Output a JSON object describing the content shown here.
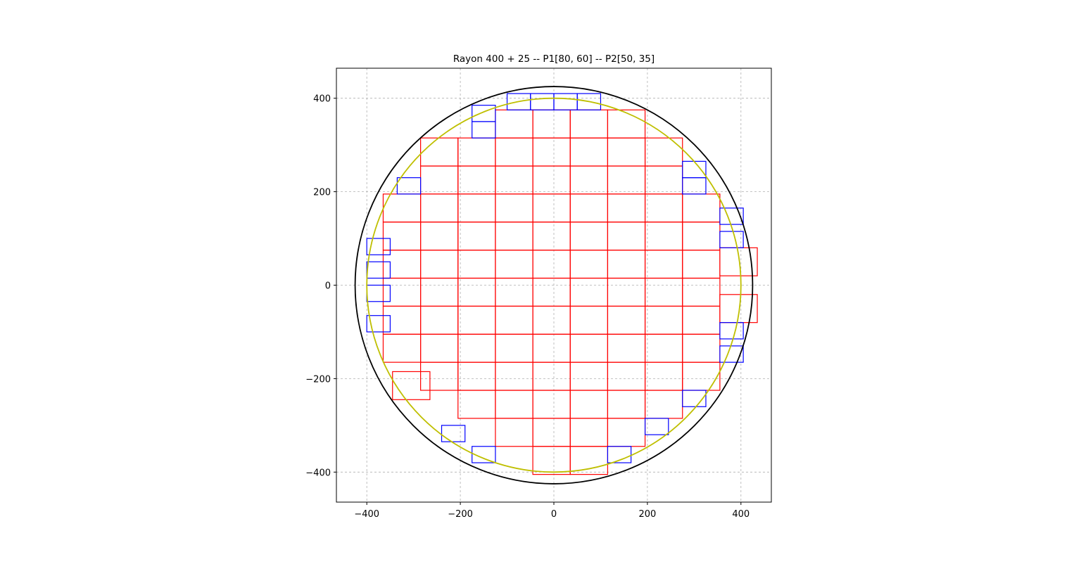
{
  "chart_data": {
    "type": "scatter",
    "title": "Rayon 400 + 25 -- P1[80, 60] -- P2[50, 35]",
    "xlabel": "",
    "ylabel": "",
    "xlim": [
      -465,
      465
    ],
    "ylim": [
      -465,
      465
    ],
    "x_ticks": [
      -400,
      -200,
      0,
      200,
      400
    ],
    "y_ticks": [
      -400,
      -200,
      0,
      200,
      400
    ],
    "x_tick_labels": [
      "−400",
      "−200",
      "0",
      "200",
      "400"
    ],
    "y_tick_labels": [
      "−400",
      "−200",
      "0",
      "200",
      "400"
    ],
    "grid": true,
    "circles": [
      {
        "name": "outer",
        "cx": 0,
        "cy": 0,
        "r": 425,
        "color": "#000000"
      },
      {
        "name": "inner",
        "cx": 0,
        "cy": 0,
        "r": 400,
        "color": "#bfbf00"
      }
    ],
    "rect_colors": {
      "P1": "#ff0000",
      "P2": "#0000ff"
    },
    "P1_size": [
      80,
      60
    ],
    "P2_size": [
      50,
      35
    ],
    "P1_rows": [
      {
        "y0": -405,
        "xs": [
          -45,
          35
        ]
      },
      {
        "y0": -345,
        "xs": [
          -125,
          -45,
          35,
          115
        ]
      },
      {
        "y0": -285,
        "xs": [
          -205,
          -125,
          -45,
          35,
          115,
          195
        ]
      },
      {
        "y0": -225,
        "xs": [
          -285,
          -205,
          -125,
          -45,
          35,
          115,
          195,
          275
        ]
      },
      {
        "y0": -165,
        "xs": [
          -365,
          -285,
          -205,
          -125,
          -45,
          35,
          115,
          195,
          275
        ]
      },
      {
        "y0": -105,
        "xs": [
          -365,
          -285,
          -205,
          -125,
          -45,
          35,
          115,
          195,
          275
        ]
      },
      {
        "y0": -45,
        "xs": [
          -365,
          -285,
          -205,
          -125,
          -45,
          35,
          115,
          195,
          275
        ]
      },
      {
        "y0": 15,
        "xs": [
          -365,
          -285,
          -205,
          -125,
          -45,
          35,
          115,
          195,
          275
        ]
      },
      {
        "y0": 75,
        "xs": [
          -365,
          -285,
          -205,
          -125,
          -45,
          35,
          115,
          195,
          275
        ]
      },
      {
        "y0": 135,
        "xs": [
          -365,
          -285,
          -205,
          -125,
          -45,
          35,
          115,
          195,
          275
        ]
      },
      {
        "y0": 195,
        "xs": [
          -285,
          -205,
          -125,
          -45,
          35,
          115,
          195
        ]
      },
      {
        "y0": 255,
        "xs": [
          -285,
          -205,
          -125,
          -45,
          35,
          115,
          195
        ]
      },
      {
        "y0": 315,
        "xs": [
          -125,
          -45,
          35,
          115
        ]
      }
    ],
    "P1_extra": [
      [
        -345,
        -245
      ],
      [
        355,
        -80
      ],
      [
        355,
        20
      ]
    ],
    "P2_rects": [
      [
        -400,
        65
      ],
      [
        -400,
        15
      ],
      [
        -400,
        -35
      ],
      [
        -400,
        -100
      ],
      [
        -335,
        195
      ],
      [
        -175,
        315
      ],
      [
        -175,
        350
      ],
      [
        -100,
        375
      ],
      [
        -50,
        375
      ],
      [
        0,
        375
      ],
      [
        50,
        375
      ],
      [
        275,
        230
      ],
      [
        275,
        195
      ],
      [
        355,
        130
      ],
      [
        355,
        80
      ],
      [
        355,
        -115
      ],
      [
        355,
        -165
      ],
      [
        275,
        -260
      ],
      [
        195,
        -320
      ],
      [
        -240,
        -335
      ],
      [
        -175,
        -380
      ],
      [
        115,
        -380
      ]
    ]
  }
}
